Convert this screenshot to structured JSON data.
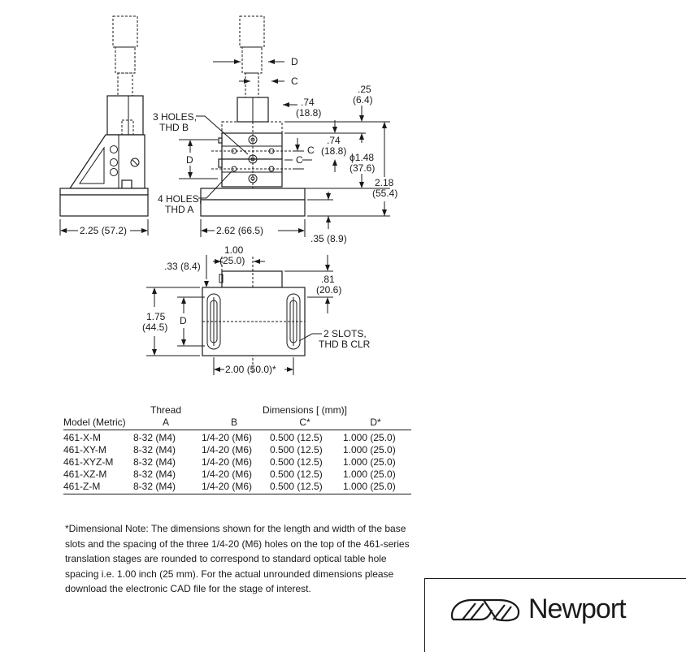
{
  "drawing": {
    "side_view": {
      "width_label": "2.25 (57.2)"
    },
    "front_view": {
      "labels": {
        "d_top": "D",
        "c_top": "C",
        "dim_74_a": ".74",
        "dim_74_a_mm": "(18.8)",
        "dim_25": ".25",
        "dim_25_mm": "(6.4)",
        "three_holes": "3 HOLES,",
        "three_holes_thd": "THD B",
        "d_left": "D",
        "c_mid": "C",
        "c_mid2": "C",
        "dim_74_b": ".74",
        "dim_74_b_mm": "(18.8)",
        "dim_148": "ϕ1.48",
        "dim_148_mm": "(37.6)",
        "dim_218": "2.18",
        "dim_218_mm": "(55.4)",
        "four_holes": "4 HOLES,",
        "four_holes_thd": "THD A",
        "width_262": "2.62 (66.5)",
        "dim_35": ".35 (8.9)"
      }
    },
    "bottom_view": {
      "labels": {
        "dim_100": "1.00",
        "dim_100_mm": "(25.0)",
        "dim_33": ".33 (8.4)",
        "dim_81": ".81",
        "dim_81_mm": "(20.6)",
        "dim_175": "1.75",
        "dim_175_mm": "(44.5)",
        "d_label": "D",
        "two_slots": "2 SLOTS,",
        "two_slots_thd": "THD B CLR",
        "width_200": "2.00 (50.0)*"
      }
    }
  },
  "table": {
    "group_headers": {
      "thread": "Thread",
      "dimensions": "Dimensions [ (mm)]"
    },
    "columns": [
      "Model (Metric)",
      "A",
      "B",
      "C*",
      "D*"
    ],
    "rows": [
      [
        "461-X-M",
        "8-32 (M4)",
        "1/4-20 (M6)",
        "0.500 (12.5)",
        "1.000 (25.0)"
      ],
      [
        "461-XY-M",
        "8-32 (M4)",
        "1/4-20 (M6)",
        "0.500 (12.5)",
        "1.000 (25.0)"
      ],
      [
        "461-XYZ-M",
        "8-32 (M4)",
        "1/4-20 (M6)",
        "0.500 (12.5)",
        "1.000 (25.0)"
      ],
      [
        "461-XZ-M",
        "8-32 (M4)",
        "1/4-20 (M6)",
        "0.500 (12.5)",
        "1.000 (25.0)"
      ],
      [
        "461-Z-M",
        "8-32 (M4)",
        "1/4-20 (M6)",
        "0.500 (12.5)",
        "1.000 (25.0)"
      ]
    ]
  },
  "note": "*Dimensional Note: The dimensions shown for the length and width of the base slots and the spacing of the three 1/4-20 (M6) holes on the top of the 461-series translation stages are rounded to correspond to standard optical table hole spacing i.e. 1.00 inch (25 mm). For the actual unrounded dimensions please download the electronic CAD file for the stage of interest.",
  "brand": {
    "name": "Newport",
    "logo_icon": "newport-swirl-logo-icon"
  }
}
